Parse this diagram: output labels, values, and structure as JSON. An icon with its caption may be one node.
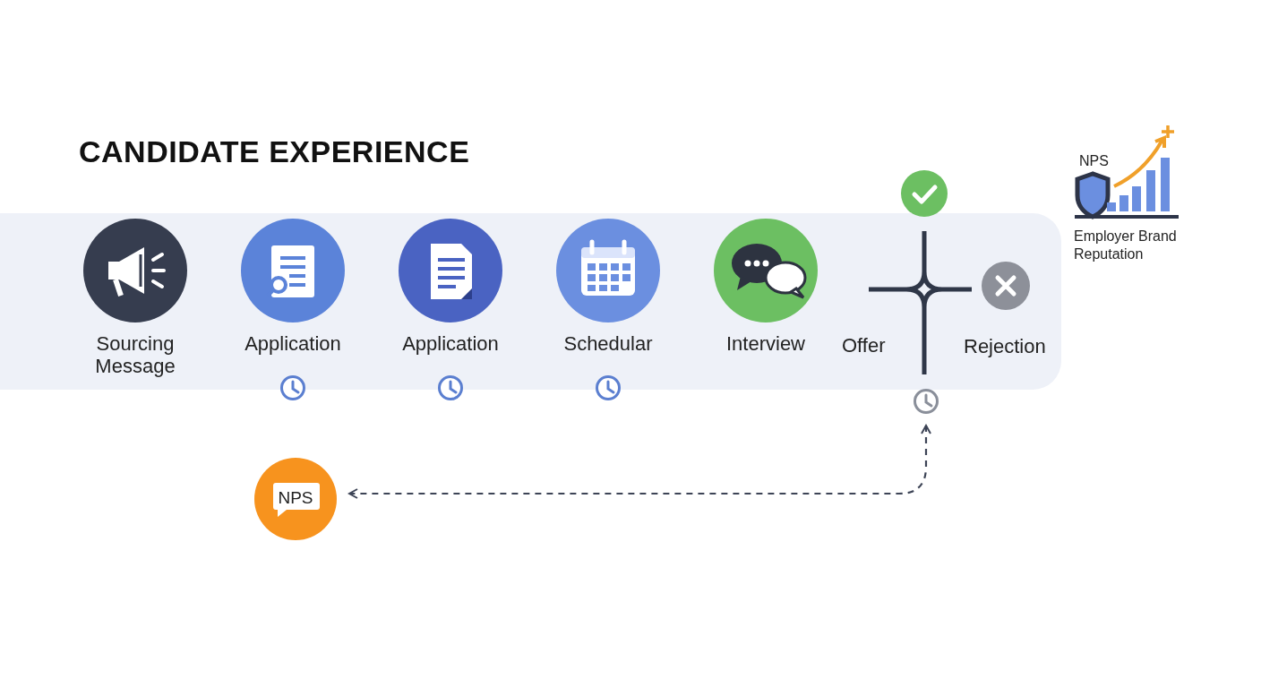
{
  "diagram": {
    "title": "CANDIDATE EXPERIENCE",
    "nodes": [
      {
        "text": [],
        "shape": "band"
      },
      {
        "text": [
          "Sourcing Message"
        ],
        "in": 0
      },
      {
        "text": [
          "Application"
        ],
        "in": 0
      },
      {
        "text": [
          "Application"
        ],
        "in": 0
      },
      {
        "text": [
          "Schedular"
        ],
        "in": 0
      },
      {
        "text": [
          "Interview"
        ],
        "in": 0
      },
      {
        "text": [
          "Offer"
        ],
        "in": 0
      },
      {
        "text": [
          "Rejection"
        ],
        "in": 0
      },
      {
        "text": [],
        "shape": "clock"
      },
      {
        "text": [
          "NPS"
        ]
      }
    ],
    "edges": [
      {
        "from": 8,
        "to": 9,
        "arrow": "both",
        "style": "dashed"
      }
    ],
    "labels": [
      "NPS",
      "Employer Brand Reputation"
    ]
  }
}
